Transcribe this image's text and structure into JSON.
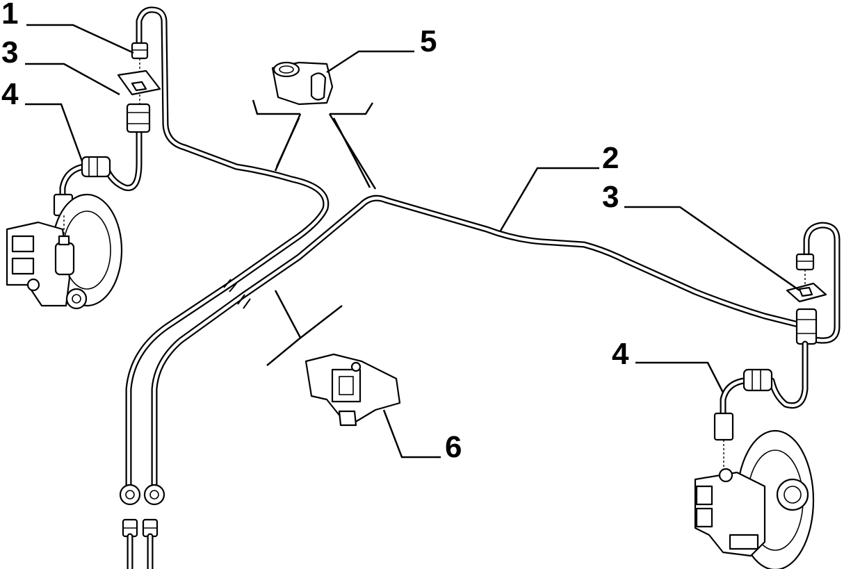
{
  "callouts": {
    "label_1": "1",
    "label_3_left": "3",
    "label_4_left": "4",
    "label_5": "5",
    "label_2": "2",
    "label_3_right": "3",
    "label_4_right": "4",
    "label_6": "6"
  }
}
